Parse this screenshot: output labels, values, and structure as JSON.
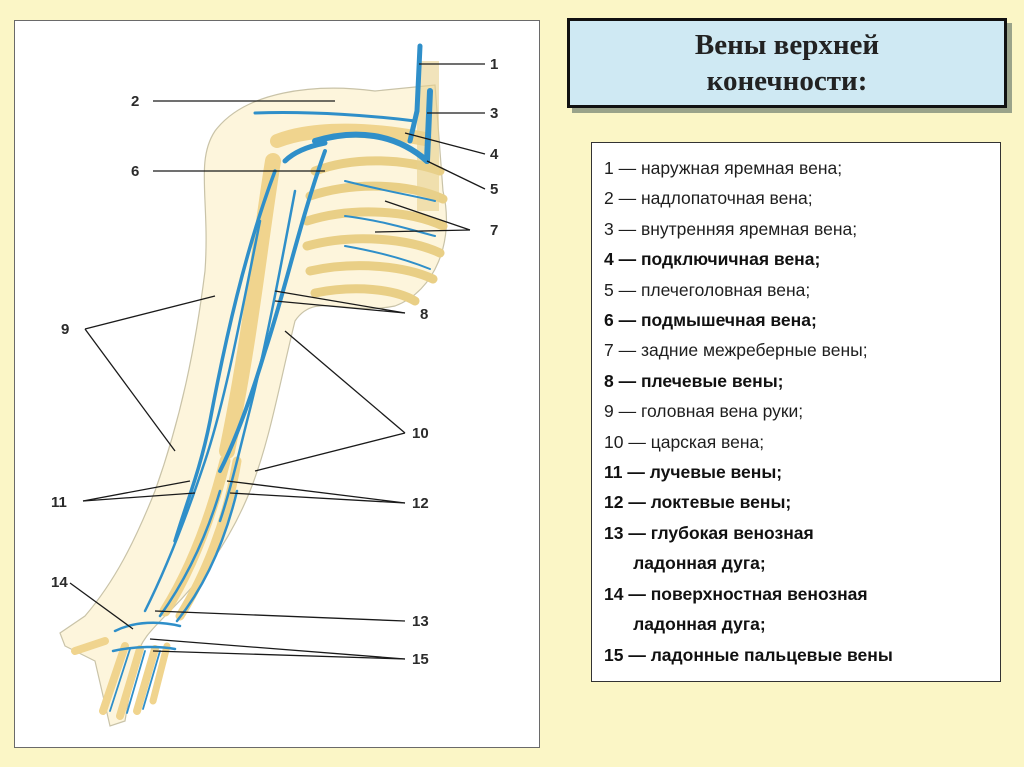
{
  "title": {
    "line1": "Вены верхней",
    "line2": "конечности:"
  },
  "legend": [
    {
      "text": "1 — наружная яремная вена;",
      "bold": false
    },
    {
      "text": "2 — надлопаточная вена;",
      "bold": false
    },
    {
      "text": "3 — внутренняя яремная вена;",
      "bold": false
    },
    {
      "text": "4 — подключичная вена;",
      "bold": true
    },
    {
      "text": "5 — плечеголовная вена;",
      "bold": false
    },
    {
      "text": "6 — подмышечная вена;",
      "bold": true
    },
    {
      "text": "7 — задние межреберные вены;",
      "bold": false
    },
    {
      "text": "8 — плечевые вены;",
      "bold": true
    },
    {
      "text": "9 — головная вена руки;",
      "bold": false
    },
    {
      "text": "10 — царская вена;",
      "bold": false
    },
    {
      "text": "11 — лучевые вены;",
      "bold": true
    },
    {
      "text": "12 — локтевые вены;",
      "bold": true
    },
    {
      "text": "13 — глубокая венозная",
      "bold": true
    },
    {
      "text": "      ладонная дуга;",
      "bold": true
    },
    {
      "text": "14 — поверхностная венозная",
      "bold": true
    },
    {
      "text": "      ладонная дуга;",
      "bold": true
    },
    {
      "text": "15 — ладонные пальцевые вены",
      "bold": true
    }
  ],
  "callouts": {
    "c1": "1",
    "c2": "2",
    "c3": "3",
    "c4": "4",
    "c5": "5",
    "c6": "6",
    "c7": "7",
    "c8": "8",
    "c9": "9",
    "c10": "10",
    "c11": "11",
    "c12": "12",
    "c13": "13",
    "c14": "14",
    "c15": "15"
  },
  "colors": {
    "vein": "#2f8fc9",
    "bone": "#f3dc9c",
    "skin_outline": "#c9c3a8"
  }
}
